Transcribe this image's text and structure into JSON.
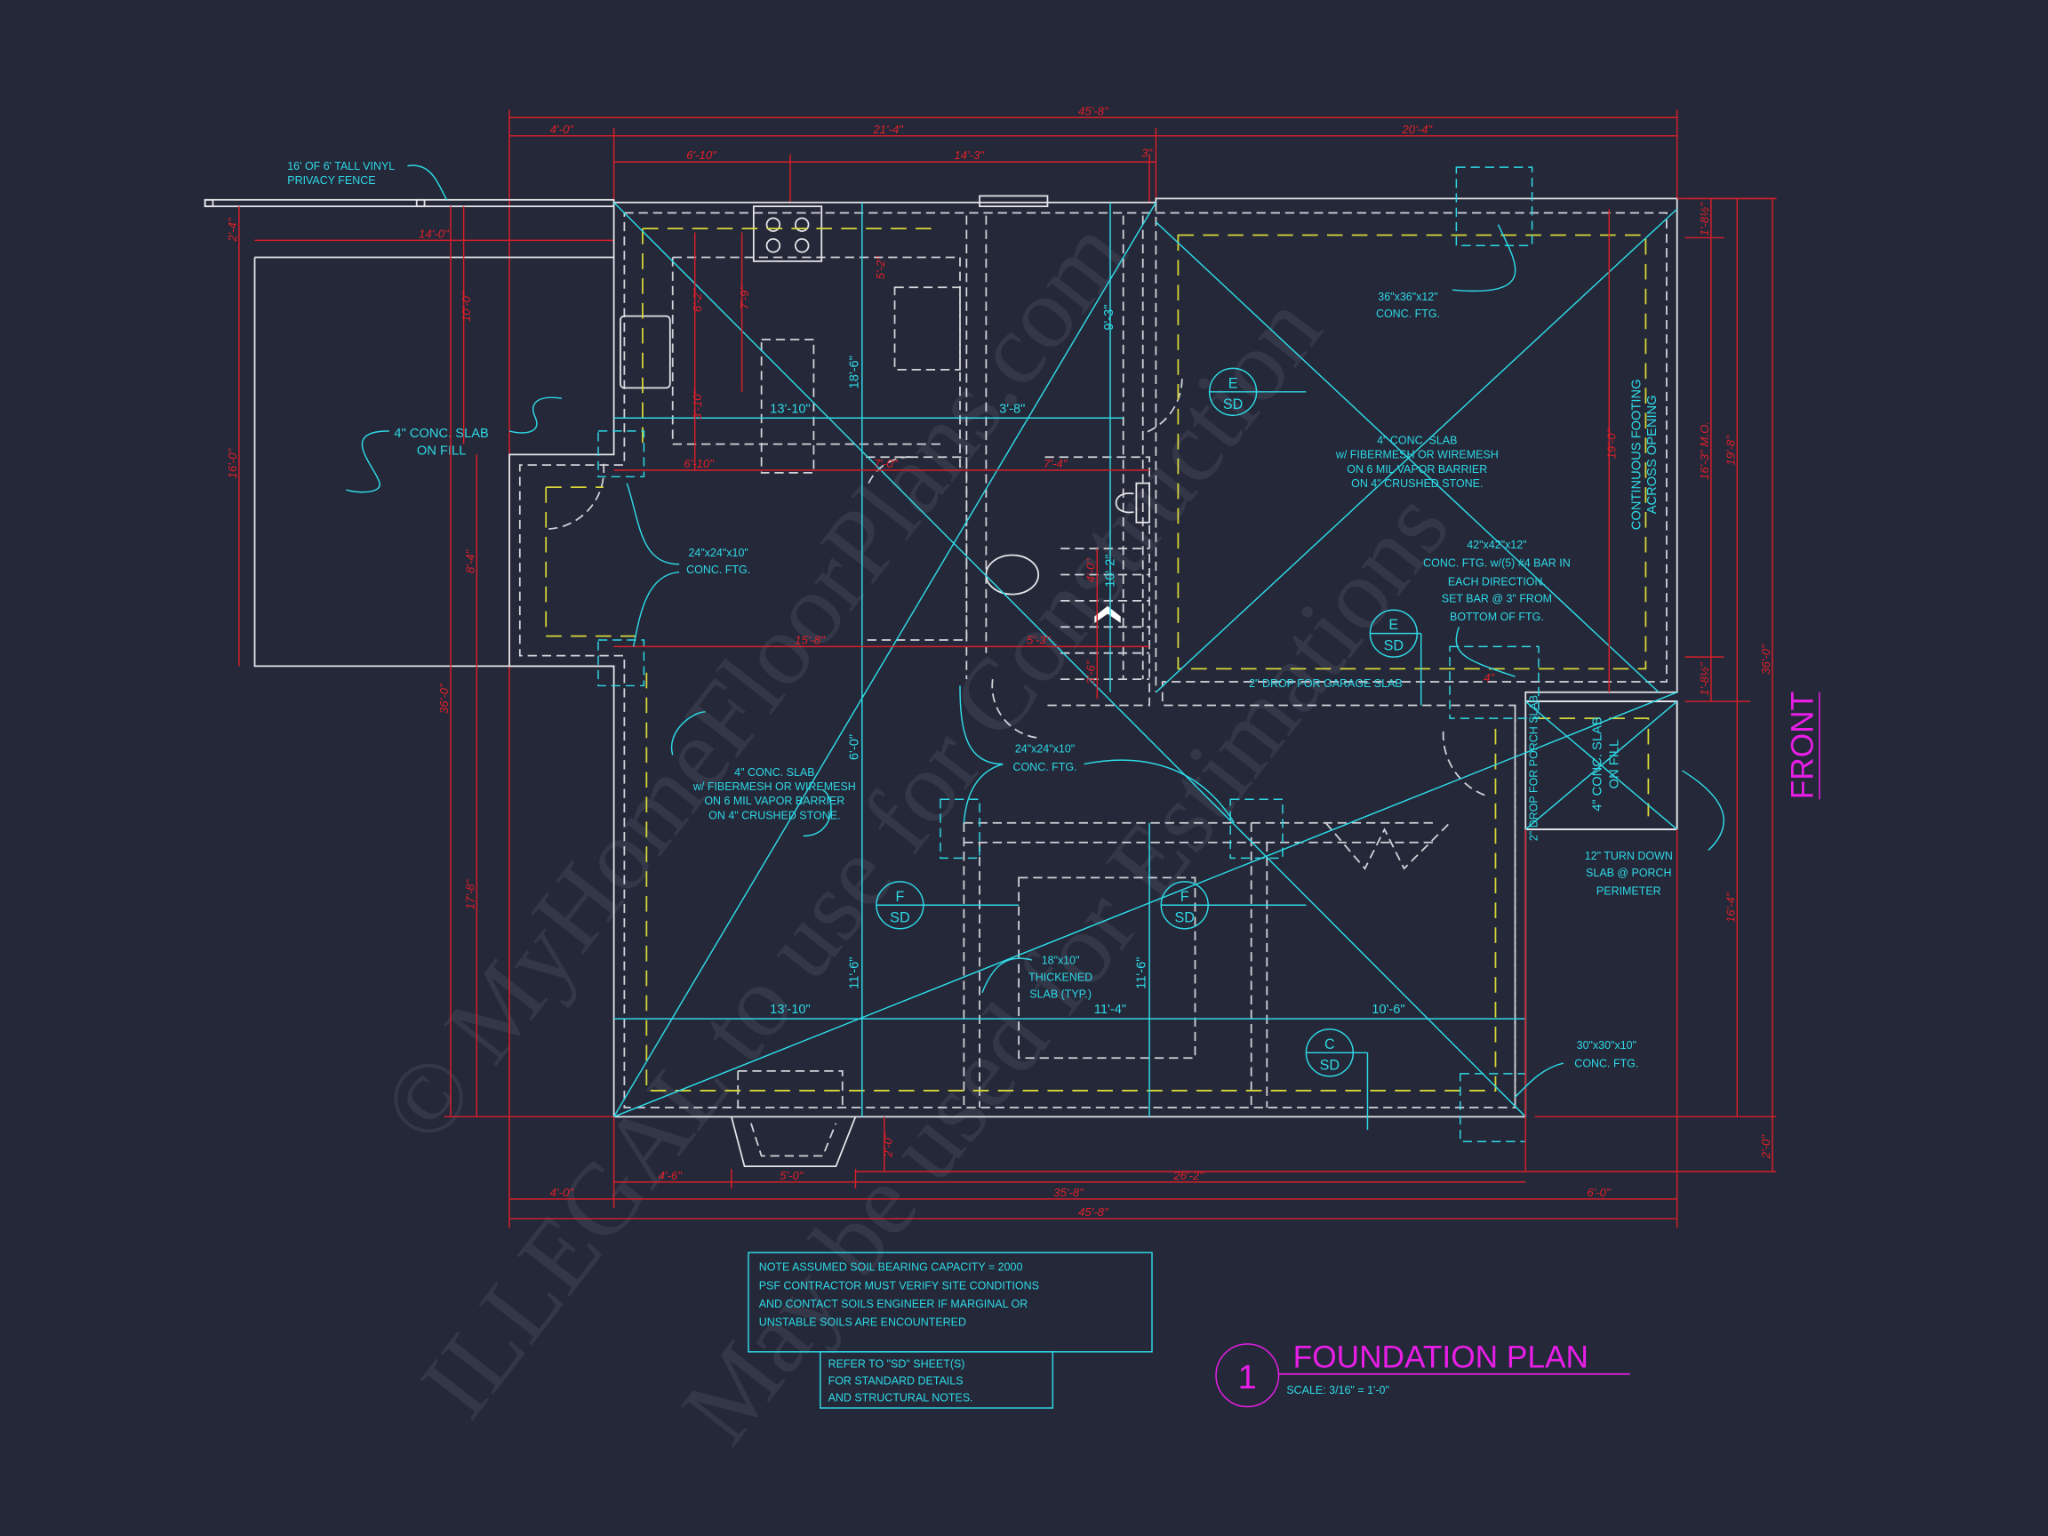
{
  "sheet": {
    "number": "1",
    "title": "FOUNDATION PLAN",
    "scale": "SCALE: 3/16\" = 1'-0\"",
    "front_label": "FRONT"
  },
  "notes": {
    "soil": [
      "NOTE ASSUMED SOIL BEARING CAPACITY = 2000",
      "PSF CONTRACTOR MUST VERIFY SITE CONDITIONS",
      "AND CONTACT SOILS ENGINEER IF MARGINAL OR",
      "UNSTABLE SOILS ARE ENCOUNTERED"
    ],
    "refer": [
      "REFER TO \"SD\" SHEET(S)",
      "FOR STANDARD DETAILS",
      "AND STRUCTURAL NOTES."
    ]
  },
  "dimensions": {
    "top": {
      "overall": "45'-8\"",
      "row2": [
        "4'-0\"",
        "21'-4\"",
        "20'-4\""
      ],
      "row3": [
        "6'-10\"",
        "14'-3\"",
        "3\""
      ]
    },
    "bottom": {
      "row1": [
        "4'-6\"",
        "5'-0\"",
        "26'-2\""
      ],
      "row2": [
        "4'-0\"",
        "35'-8\"",
        "6'-0\""
      ],
      "overall": "45'-8\""
    },
    "left": [
      "2'-4\"",
      "14'-0\"",
      "16'-0\"",
      "10'-0\"",
      "8'-4\"",
      "36'-0\"",
      "17'-8\""
    ],
    "right": [
      "1'-8½\"",
      "19'-0\"",
      "16'-3\" M.O.",
      "19'-8\"",
      "1'-8½\"",
      "36'-0\"",
      "16'-4\"",
      "2'-0\""
    ],
    "interior_red": [
      "6'-2\"",
      "7'-9\"",
      "5'-2\"",
      "3'-10\"",
      "6'-10\"",
      "7'-0\"",
      "7'-4\"",
      "15'-8\"",
      "5'-3\"",
      "4'-0\"",
      "3'-6\"",
      "2'-0\"",
      "4\""
    ],
    "interior_cyan": [
      "13'-10\"",
      "3'-8\"",
      "18'-6\"",
      "9'-3\"",
      "10'-2\"",
      "6'-0\"",
      "11'-6\"",
      "13'-10\"",
      "11'-4\"",
      "11'-6\"",
      "10'-6\""
    ]
  },
  "labels": {
    "fence": [
      "16' OF 6' TALL VINYL",
      "PRIVACY FENCE"
    ],
    "patio_slab": [
      "4\" CONC. SLAB",
      "ON FILL"
    ],
    "ftg_24_left": [
      "24\"x24\"x10\"",
      "CONC. FTG."
    ],
    "ftg_36": [
      "36\"x36\"x12\"",
      "CONC. FTG."
    ],
    "garage_slab": [
      "4\" CONC. SLAB",
      "w/ FIBERMESH OR WIREMESH",
      "ON 6 MIL VAPOR BARRIER",
      "ON 4\" CRUSHED STONE."
    ],
    "ftg_42": [
      "42\"x42\"x12\"",
      "CONC. FTG. w/(5) #4 BAR IN",
      "EACH DIRECTION.",
      "SET BAR @ 3\" FROM",
      "BOTTOM OF FTG."
    ],
    "continuous_footing": [
      "CONTINUOUS FOOTING",
      "ACROSS OPENING"
    ],
    "garage_drop": "2\" DROP FOR GARAGE SLAB",
    "main_slab": [
      "4\" CONC. SLAB",
      "w/ FIBERMESH OR WIREMESH",
      "ON 6 MIL VAPOR BARRIER",
      "ON 4\" CRUSHED STONE."
    ],
    "ftg_24_center": [
      "24\"x24\"x10\"",
      "CONC. FTG."
    ],
    "thickened_slab": [
      "18\"x10\"",
      "THICKENED",
      "SLAB (TYP.)"
    ],
    "ftg_30": [
      "30\"x30\"x10\"",
      "CONC. FTG."
    ],
    "turn_down": [
      "12\" TURN DOWN",
      "SLAB @ PORCH",
      "PERIMETER"
    ],
    "porch_slab": [
      "4\" CONC. SLAB",
      "ON FILL"
    ],
    "porch_drop": "2\" DROP FOR PORCH SLAB"
  },
  "section_markers": [
    {
      "detail": "E",
      "sheet": "SD"
    },
    {
      "detail": "E",
      "sheet": "SD"
    },
    {
      "detail": "F",
      "sheet": "SD"
    },
    {
      "detail": "F",
      "sheet": "SD"
    },
    {
      "detail": "C",
      "sheet": "SD"
    }
  ],
  "watermark": [
    "© MyHomeFloorPlans.com",
    "ILLEGAL to use for Construction",
    "May be used for Estimations"
  ],
  "colors": {
    "background": "#242838",
    "dimension": "#d81f2a",
    "annotation": "#2fd9e6",
    "walls": "#e6e6ea",
    "footing": "#d8d838",
    "title": "#e81ee6"
  }
}
